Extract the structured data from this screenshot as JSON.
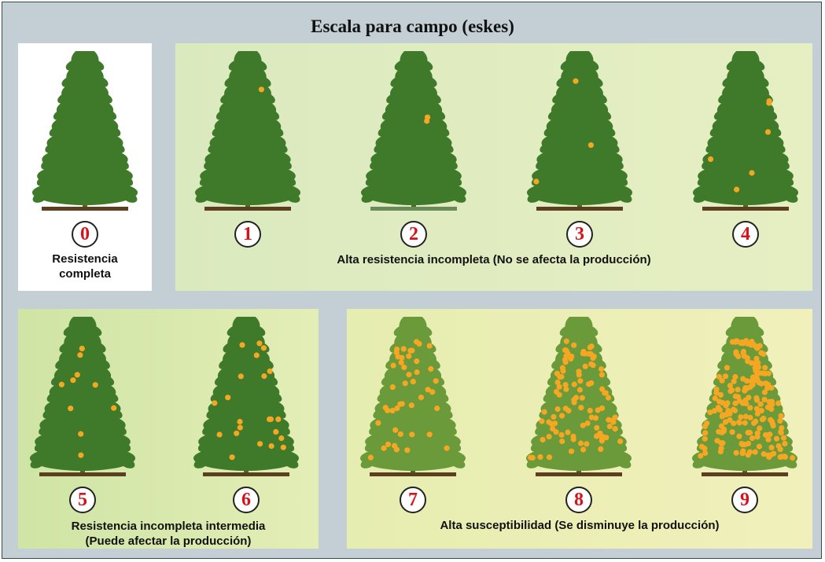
{
  "title": "Escala para campo (eskes)",
  "numbers": [
    "0",
    "1",
    "2",
    "3",
    "4",
    "5",
    "6",
    "7",
    "8",
    "9"
  ],
  "captions": {
    "c0": "Resistencia\ncompleta",
    "c1": "Alta resistencia incompleta (No se afecta la producción)",
    "c2": "Resistencia incompleta intermedia\n(Puede afectar la producción)",
    "c3": "Alta susceptibilidad (Se disminuye la producción)"
  },
  "colors": {
    "foliage": "#3f7a2a",
    "foliage_light": "#6a9a3a",
    "spot": "#f5a623",
    "ground": "#5b3f1e",
    "number": "#d6121b"
  },
  "icons": [
    "coffee-tree-icon",
    "rust-spot-icon"
  ],
  "spot_levels": [
    0,
    1,
    2,
    3,
    6,
    10,
    22,
    45,
    100,
    190
  ]
}
